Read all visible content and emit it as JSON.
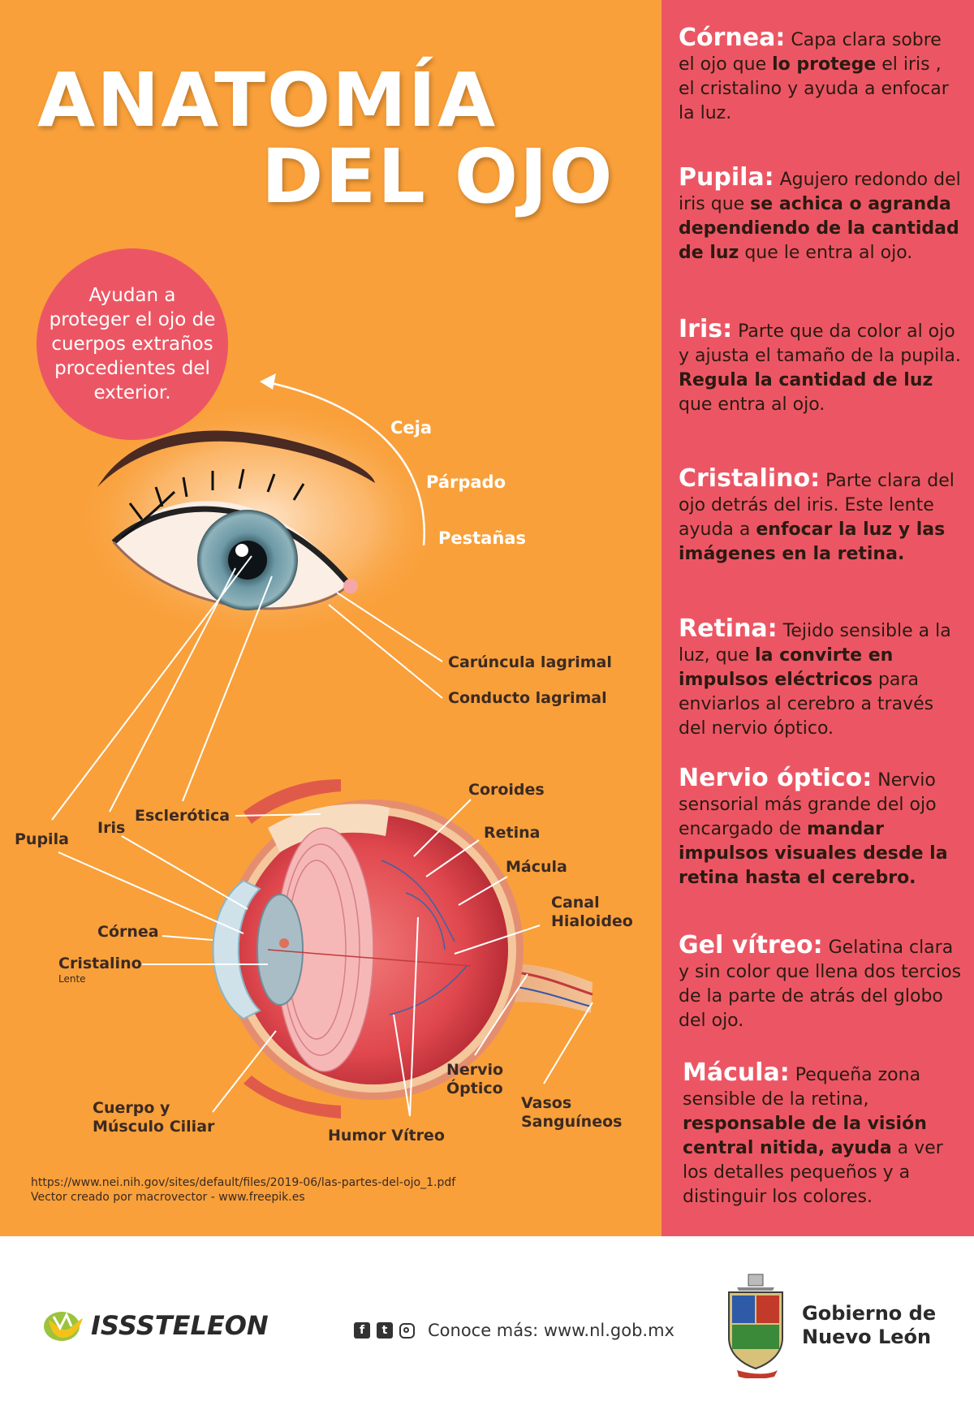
{
  "title": {
    "line1": "ANATOMÍA",
    "line2": "DEL OJO"
  },
  "bubble_text": "Ayudan a proteger el ojo de cuerpos extraños procedientes del exterior.",
  "outer_eye_labels": {
    "ceja": "Ceja",
    "parpado": "Párpado",
    "pestanas": "Pestañas",
    "caruncula": "Carúncula lagrimal",
    "conducto": "Conducto lagrimal"
  },
  "inner_eye_labels": {
    "pupila": "Pupila",
    "iris": "Iris",
    "esclerotica": "Esclerótica",
    "cornea": "Córnea",
    "cristalino": "Cristalino",
    "cristalino_sub": "Lente",
    "coroides": "Coroides",
    "retina": "Retina",
    "macula": "Mácula",
    "canal_line1": "Canal",
    "canal_line2": "Hialoideo",
    "nervio_line1": "Nervio",
    "nervio_line2": "Óptico",
    "vasos_line1": "Vasos",
    "vasos_line2": "Sanguíneos",
    "humor": "Humor Vítreo",
    "cuerpo_line1": "Cuerpo y",
    "cuerpo_line2": "Músculo Ciliar"
  },
  "credits": {
    "line1": "https://www.nei.nih.gov/sites/default/files/2019-06/las-partes-del-ojo_1.pdf",
    "line2": "Vector creado por macrovector - www.freepik.es"
  },
  "definitions": {
    "cornea": {
      "term": "Córnea:",
      "t1": " Capa clara sobre el ojo que ",
      "b1": "lo protege",
      "t2": " el iris , el cristalino y ayuda a enfocar la luz."
    },
    "pupila": {
      "term": "Pupila:",
      "t1": " Agujero redondo del iris que ",
      "b1": "se achica o agranda dependiendo de la cantidad de luz",
      "t2": " que le entra al ojo."
    },
    "iris": {
      "term": "Iris:",
      "t1": "  Parte que da color al ojo y ajusta el tamaño de la pupila. ",
      "b1": "Regula la cantidad de luz",
      "t2": " que entra al ojo."
    },
    "cristalino": {
      "term": "Cristalino:",
      "t1": " Parte clara del ojo detrás del iris. Este lente ayuda a ",
      "b1": "enfocar la luz y las imágenes en la retina.",
      "t2": ""
    },
    "retina": {
      "term": "Retina:",
      "t1": " Tejido sensible a la luz, que ",
      "b1": "la convirte en impulsos eléctricos",
      "t2": " para enviarlos al cerebro a través del nervio óptico."
    },
    "nervio": {
      "term": "Nervio óptico:",
      "t1": " Nervio sensorial más grande del ojo encargado de ",
      "b1": "mandar impulsos visuales desde la retina hasta el cerebro.",
      "t2": ""
    },
    "gel": {
      "term": "Gel vítreo:",
      "t1": "  Gelatina clara y sin color que llena dos tercios de la parte de atrás del globo del ojo.",
      "b1": "",
      "t2": ""
    },
    "macula": {
      "term": "Mácula:",
      "t1": " Pequeña zona sensible de la retina, ",
      "b1": "responsable de la visión central  nitida, ayuda",
      "t2": " a ver los detalles pequeños y a distinguir los colores."
    }
  },
  "footer": {
    "isssteleon": "ISSSTELEON",
    "social": {
      "facebook": "f",
      "twitter": "t"
    },
    "more_info": "Conoce más: www.nl.gob.mx",
    "gob_line1": "Gobierno de",
    "gob_line2": "Nuevo León"
  },
  "colors": {
    "orange": "#f9a03a",
    "pink": "#ec5664",
    "white": "#ffffff",
    "dark_text": "#3b2a22"
  }
}
